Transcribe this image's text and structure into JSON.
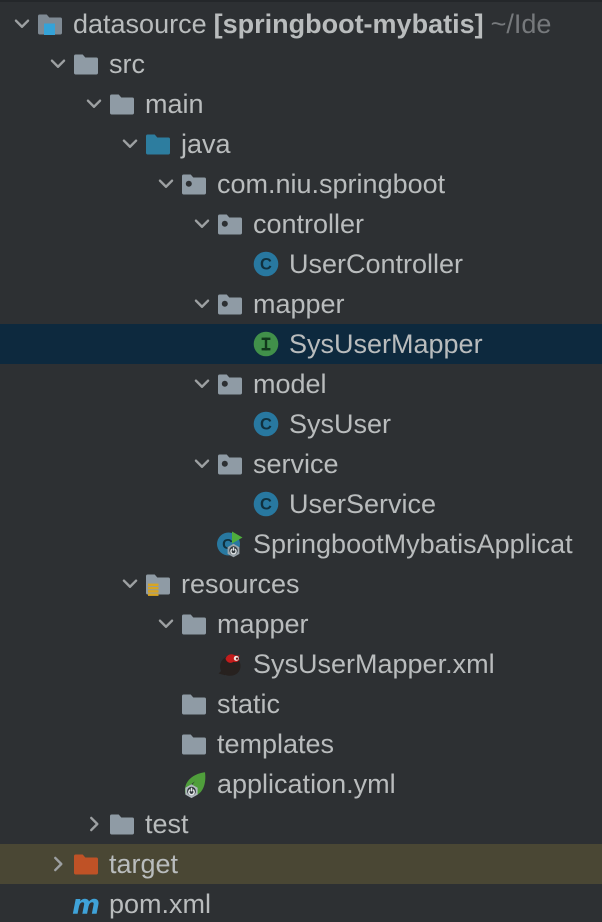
{
  "panel": {
    "kind": "project-tree"
  },
  "colors": {
    "background": "#2d3033",
    "selected_row": "#0d293e",
    "hovered_row": "#4a4734",
    "text": "#b9bcbd",
    "dim_text": "#76797c",
    "chevron": "#9da0a2",
    "folder_gray": "#8f9ba5",
    "project_folder_gray": "#7f8a94",
    "project_badge_blue": "#35a3d8",
    "source_folder_blue": "#2d7d9f",
    "class_blue": "#2878a0",
    "interface_green": "#41904a",
    "resources_badge_orange": "#d9a521",
    "excluded_folder_orange": "#bf5226",
    "maven_blue": "#3fa2d8",
    "spring_green": "#4f9e3b",
    "run_overlay_green": "#4fae3d",
    "mybatis_red": "#c41c1c"
  },
  "tree": {
    "rows": [
      {
        "label": "datasource",
        "module": "[springboot-mybatis]",
        "path": "~/Ide",
        "level": 0,
        "chevron": "expanded",
        "icon": "project-folder-icon",
        "state": "normal"
      },
      {
        "label": "src",
        "level": 1,
        "chevron": "expanded",
        "icon": "folder-icon",
        "state": "normal"
      },
      {
        "label": "main",
        "level": 2,
        "chevron": "expanded",
        "icon": "folder-icon",
        "state": "normal"
      },
      {
        "label": "java",
        "level": 3,
        "chevron": "expanded",
        "icon": "source-folder-icon",
        "state": "normal"
      },
      {
        "label": "com.niu.springboot",
        "level": 4,
        "chevron": "expanded",
        "icon": "package-folder-icon",
        "state": "normal"
      },
      {
        "label": "controller",
        "level": 5,
        "chevron": "expanded",
        "icon": "package-folder-icon",
        "state": "normal"
      },
      {
        "label": "UserController",
        "level": 6,
        "chevron": "none",
        "icon": "java-class-icon",
        "state": "normal"
      },
      {
        "label": "mapper",
        "level": 5,
        "chevron": "expanded",
        "icon": "package-folder-icon",
        "state": "normal"
      },
      {
        "label": "SysUserMapper",
        "level": 6,
        "chevron": "none",
        "icon": "java-interface-icon",
        "state": "selected"
      },
      {
        "label": "model",
        "level": 5,
        "chevron": "expanded",
        "icon": "package-folder-icon",
        "state": "normal"
      },
      {
        "label": "SysUser",
        "level": 6,
        "chevron": "none",
        "icon": "java-class-icon",
        "state": "normal"
      },
      {
        "label": "service",
        "level": 5,
        "chevron": "expanded",
        "icon": "package-folder-icon",
        "state": "normal"
      },
      {
        "label": "UserService",
        "level": 6,
        "chevron": "none",
        "icon": "java-class-icon",
        "state": "normal"
      },
      {
        "label": "SpringbootMybatisApplicat",
        "level": 5,
        "chevron": "none",
        "icon": "springboot-application-icon",
        "state": "normal"
      },
      {
        "label": "resources",
        "level": 3,
        "chevron": "expanded",
        "icon": "resources-folder-icon",
        "state": "normal"
      },
      {
        "label": "mapper",
        "level": 4,
        "chevron": "expanded",
        "icon": "folder-icon",
        "state": "normal"
      },
      {
        "label": "SysUserMapper.xml",
        "level": 5,
        "chevron": "none",
        "icon": "mybatis-file-icon",
        "state": "normal"
      },
      {
        "label": "static",
        "level": 4,
        "chevron": "none",
        "icon": "folder-icon",
        "state": "normal"
      },
      {
        "label": "templates",
        "level": 4,
        "chevron": "none",
        "icon": "folder-icon",
        "state": "normal"
      },
      {
        "label": "application.yml",
        "level": 4,
        "chevron": "none",
        "icon": "spring-config-icon",
        "state": "normal"
      },
      {
        "label": "test",
        "level": 2,
        "chevron": "collapsed",
        "icon": "folder-icon",
        "state": "normal"
      },
      {
        "label": "target",
        "level": 1,
        "chevron": "collapsed",
        "icon": "excluded-folder-icon",
        "state": "hovered"
      },
      {
        "label": "pom.xml",
        "level": 1,
        "chevron": "none",
        "icon": "maven-file-icon",
        "state": "normal"
      }
    ]
  }
}
